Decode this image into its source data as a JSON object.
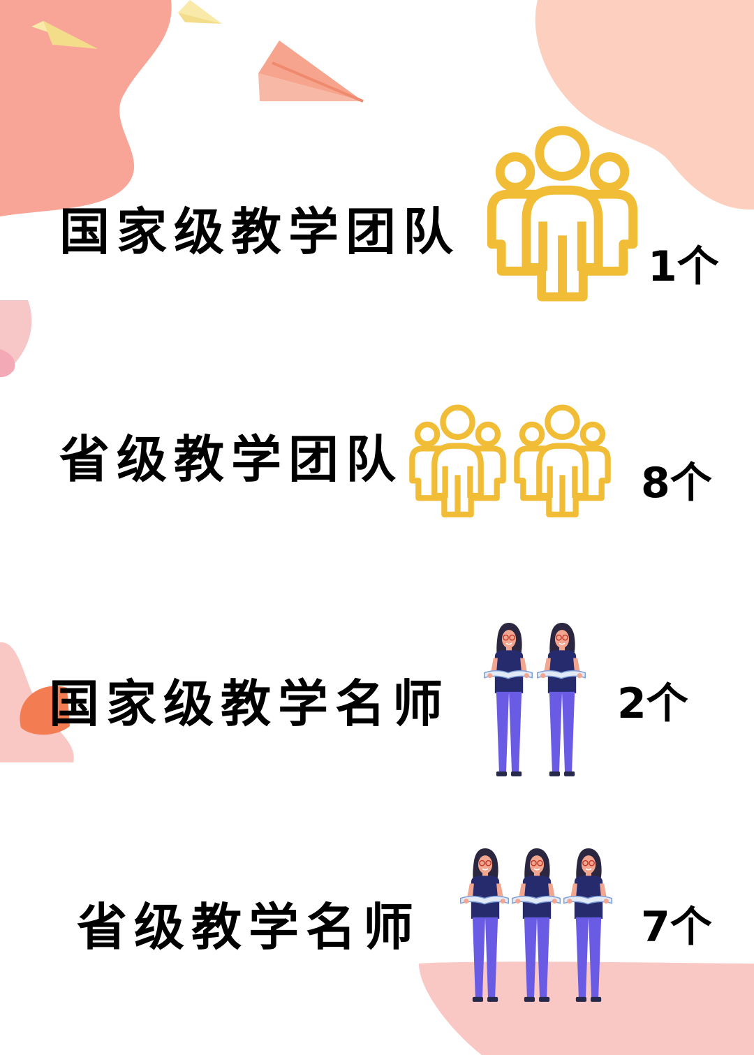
{
  "rows": [
    {
      "label": "国家级教学团队",
      "count": "1个",
      "icons": [
        "team-icon"
      ]
    },
    {
      "label": "省级教学团队",
      "count": "8个",
      "icons": [
        "team-icon",
        "team-icon"
      ]
    },
    {
      "label": "国家级教学名师",
      "count": "2个",
      "icons": [
        "teacher-figure",
        "teacher-figure"
      ]
    },
    {
      "label": "省级教学名师",
      "count": "7个",
      "icons": [
        "teacher-figure",
        "teacher-figure",
        "teacher-figure"
      ]
    }
  ],
  "colors": {
    "accent": "#f1bd37",
    "blob-salmon": "#f8a597",
    "blob-peach": "#fccfbf",
    "blob-pink": "#f9c8c4",
    "blob-orange": "#f47c52",
    "plane-yellow": "#f9eaa9",
    "plane-orange": "#f6a48d",
    "shirt": "#262b6e",
    "pants": "#6a5be4"
  }
}
